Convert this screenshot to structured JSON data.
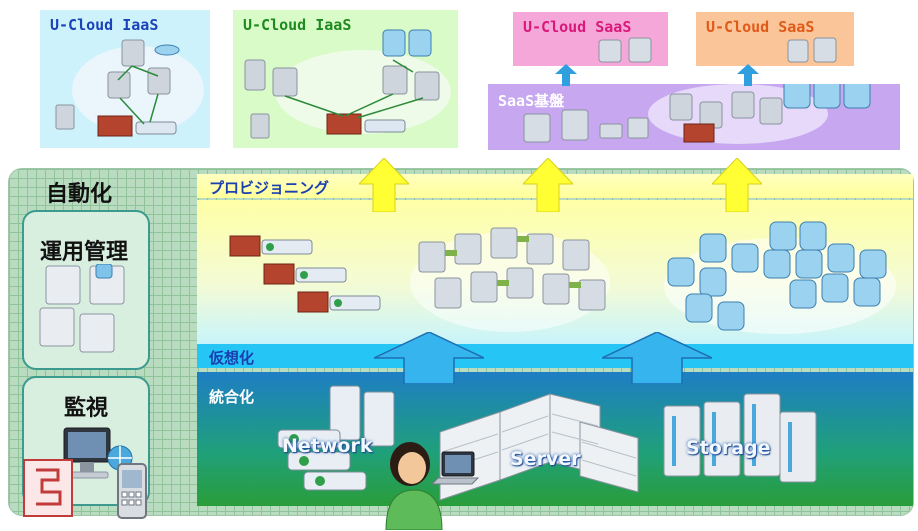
{
  "cards": [
    {
      "title": "U-Cloud IaaS",
      "title_color": "#1b43b8",
      "bg": "#cdf2fc"
    },
    {
      "title": "U-Cloud IaaS",
      "title_color": "#1f8a1f",
      "bg": "#d8fbc8"
    },
    {
      "title": "U-Cloud SaaS",
      "title_color": "#d8197a",
      "bg": "#f6a7d9"
    },
    {
      "title": "U-Cloud SaaS",
      "title_color": "#e05a1a",
      "bg": "#fbc59a"
    }
  ],
  "saas_platform": {
    "label": "SaaS基盤",
    "bg": "#c7a7f0"
  },
  "sidebar": {
    "automation": "自動化",
    "operations": "運用管理",
    "monitoring": "監視"
  },
  "layers": {
    "provisioning": "プロビジョニング",
    "virtualization": "仮想化",
    "integration": "統合化"
  },
  "components": {
    "network": "Network",
    "server": "Server",
    "storage": "Storage"
  },
  "colors": {
    "arrow_yellow": "#ffff33",
    "arrow_blue": "#36b4ee",
    "board_green": "#b9dcc0",
    "accent_green": "#2b9d57"
  }
}
